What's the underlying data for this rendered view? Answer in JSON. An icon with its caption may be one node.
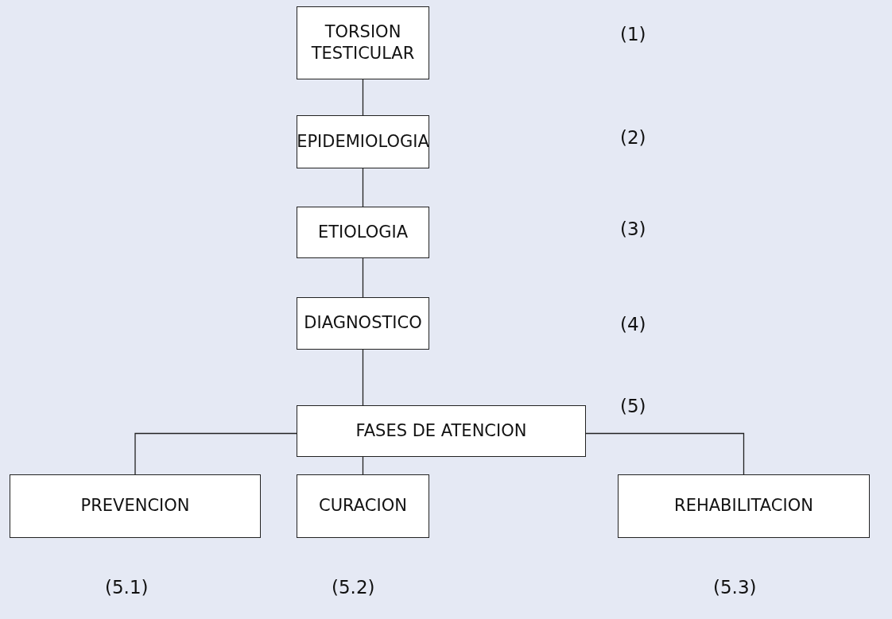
{
  "diagram": {
    "nodes": [
      {
        "text": [
          "TORSION TESTICULAR"
        ]
      },
      {
        "text": [
          "EPIDEMIOLOGIA"
        ]
      },
      {
        "text": [
          "ETIOLOGIA"
        ]
      },
      {
        "text": [
          "DIAGNOSTICO"
        ]
      },
      {
        "text": [
          "FASES DE ATENCION"
        ]
      },
      {
        "text": [
          "PREVENCION"
        ],
        "beside": [
          "(5.1)"
        ]
      },
      {
        "text": [
          "CURACION"
        ],
        "beside": [
          "(5.2)"
        ]
      },
      {
        "text": [
          "REHABILITACION"
        ],
        "beside": [
          "(5.3)"
        ]
      }
    ],
    "edges": [
      {
        "from": 0,
        "to": 1,
        "arrow": "none"
      },
      {
        "from": 1,
        "to": 2,
        "arrow": "none"
      },
      {
        "from": 2,
        "to": 3,
        "arrow": "none"
      },
      {
        "from": 3,
        "to": 4,
        "arrow": "none"
      },
      {
        "from": 4,
        "to": 5,
        "arrow": "none"
      },
      {
        "from": 4,
        "to": 6,
        "arrow": "none"
      },
      {
        "from": 4,
        "to": 7,
        "arrow": "none"
      }
    ],
    "labels": [
      "(1)",
      "(2)",
      "(3)",
      "(4)",
      "(5)"
    ]
  }
}
